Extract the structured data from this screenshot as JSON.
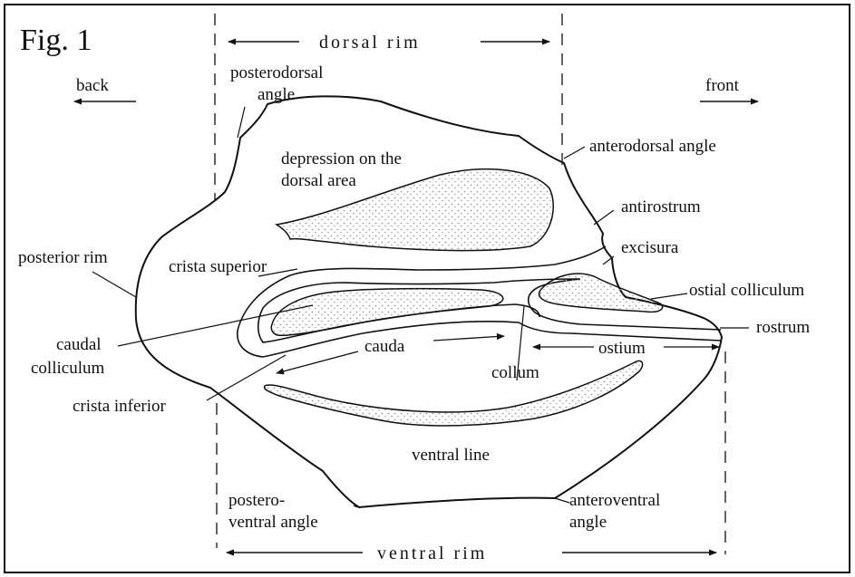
{
  "figure": {
    "title": "Fig. 1",
    "direction": {
      "back": "back",
      "front": "front"
    },
    "rims": {
      "dorsal": "dorsal rim",
      "ventral": "ventral rim",
      "posterior": "posterior rim"
    },
    "angles": {
      "posterodorsal_1": "posterodorsal",
      "posterodorsal_2": "angle",
      "anterodorsal": "anterodorsal angle",
      "posteroventral_1": "postero-",
      "posteroventral_2": "ventral angle",
      "anteroventral_1": "anteroventral",
      "anteroventral_2": "angle"
    },
    "structures": {
      "depression_1": "depression on the",
      "depression_2": "dorsal area",
      "antirostrum": "antirostrum",
      "excisura": "excisura",
      "crista_superior": "crista superior",
      "ostial_colliculum": "ostial colliculum",
      "rostrum": "rostrum",
      "caudal_colliculum_1": "caudal",
      "caudal_colliculum_2": "colliculum",
      "cauda": "cauda",
      "ostium": "ostium",
      "collum": "collum",
      "crista_inferior": "crista inferior",
      "ventral_line": "ventral line"
    },
    "colors": {
      "ink": "#111111",
      "paper": "#ffffff",
      "stipple": "#9a9a9a"
    }
  }
}
